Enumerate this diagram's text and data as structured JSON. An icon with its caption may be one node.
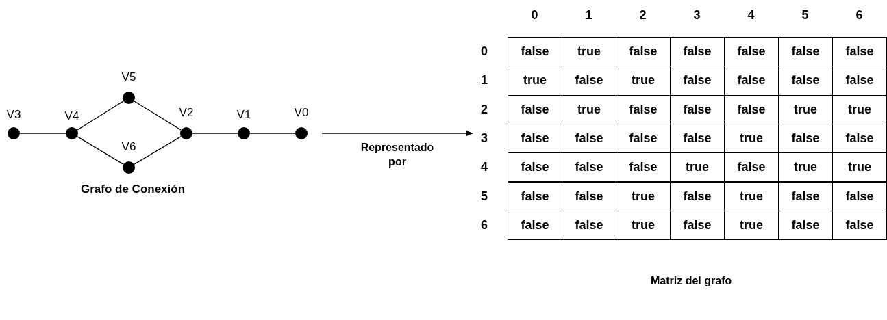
{
  "diagram": {
    "nodes": [
      {
        "text": [],
        "shape": "circle",
        "beside": [
          "V3"
        ]
      },
      {
        "text": [],
        "shape": "circle",
        "beside": [
          "V4"
        ]
      },
      {
        "text": [],
        "shape": "circle",
        "beside": [
          "V5"
        ]
      },
      {
        "text": [],
        "shape": "circle",
        "beside": [
          "V6"
        ]
      },
      {
        "text": [],
        "shape": "circle",
        "beside": [
          "V2"
        ]
      },
      {
        "text": [],
        "shape": "circle",
        "beside": [
          "V1"
        ]
      },
      {
        "text": [],
        "shape": "circle",
        "beside": [
          "V0"
        ]
      },
      {
        "text": [],
        "shape": "box"
      }
    ],
    "edges": [
      {
        "from": 0,
        "to": 1,
        "arrow": "none"
      },
      {
        "from": 1,
        "to": 2,
        "arrow": "none"
      },
      {
        "from": 1,
        "to": 3,
        "arrow": "none"
      },
      {
        "from": 2,
        "to": 4,
        "arrow": "none"
      },
      {
        "from": 3,
        "to": 4,
        "arrow": "none"
      },
      {
        "from": 4,
        "to": 5,
        "arrow": "none"
      },
      {
        "from": 5,
        "to": 6,
        "arrow": "none"
      },
      {
        "from": null,
        "to": 7,
        "arrow": "to",
        "label": "Representado por"
      }
    ],
    "labels": [
      "Grafo de Conexión",
      "0",
      "1",
      "2",
      "3",
      "4",
      "5",
      "6",
      "0",
      "false",
      "true",
      "false",
      "false",
      "false",
      "false",
      "false",
      "1",
      "true",
      "false",
      "true",
      "false",
      "false",
      "false",
      "false",
      "2",
      "false",
      "true",
      "false",
      "false",
      "false",
      "true",
      "true",
      "3",
      "false",
      "false",
      "false",
      "false",
      "true",
      "false",
      "false",
      "4",
      "false",
      "false",
      "false",
      "true",
      "false",
      "true",
      "true",
      "5",
      "false",
      "false",
      "true",
      "false",
      "true",
      "false",
      "false",
      "6",
      "false",
      "false",
      "true",
      "false",
      "true",
      "false",
      "false",
      "Matriz del grafo"
    ]
  }
}
